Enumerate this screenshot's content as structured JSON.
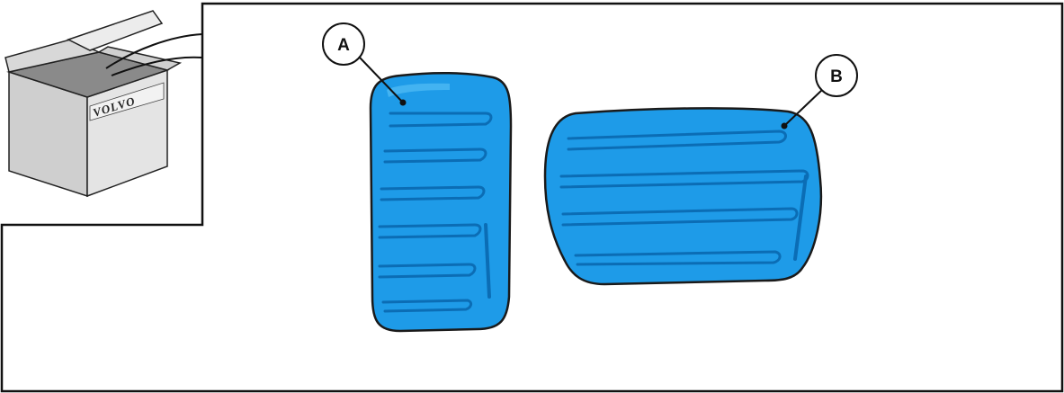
{
  "callouts": {
    "a": {
      "label": "A"
    },
    "b": {
      "label": "B"
    }
  },
  "box": {
    "brand": "VOLVO"
  },
  "colors": {
    "pedal_fill": "#1e9be8",
    "pedal_fill_light": "#39b2f2",
    "pedal_groove": "#0b6db5",
    "pedal_outline": "#1a1a1a",
    "box_front": "#dcdcdc",
    "box_side": "#b9b9b9",
    "box_top": "#eeeeee",
    "line": "#111111"
  }
}
